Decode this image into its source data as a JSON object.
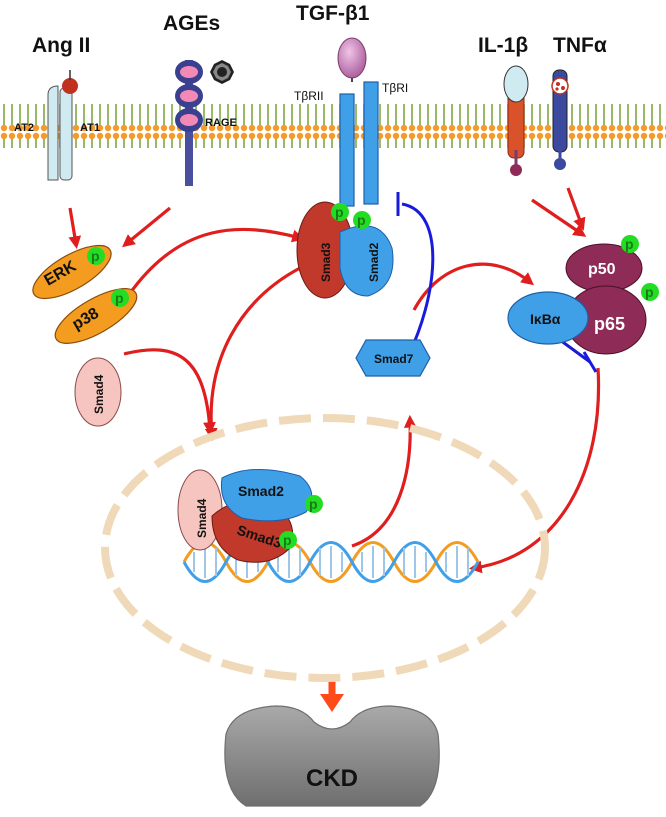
{
  "ligands": {
    "angII": "Ang II",
    "ages": "AGEs",
    "tgfb1": "TGF-β1",
    "il1b": "IL-1β",
    "tnfa": "TNFα"
  },
  "receptors": {
    "at2": "AT2",
    "at1": "AT1",
    "rage": "RAGE",
    "tbrii": "TβRII",
    "tbri": "TβRI"
  },
  "proteins": {
    "erk": "ERK",
    "p38": "p38",
    "smad4_cyto": "Smad4",
    "smad3_membrane": "Smad3",
    "smad2_membrane": "Smad2",
    "smad7": "Smad7",
    "p50": "p50",
    "p65": "p65",
    "ikba": "IκBα",
    "smad4_nuc": "Smad4",
    "smad2_nuc": "Smad2",
    "smad3_nuc": "Smad3"
  },
  "phospho": "p",
  "outcome": "CKD",
  "colors": {
    "activation_arrow": "#e01e1e",
    "inhibition_line": "#1a1adc",
    "smad3": "#c0392b",
    "smad2": "#3fa0e8",
    "erk": "#f39c1f",
    "nfkb": "#8e2b57",
    "phospho": "#22dd22",
    "ckd": "#8c8c8c"
  }
}
